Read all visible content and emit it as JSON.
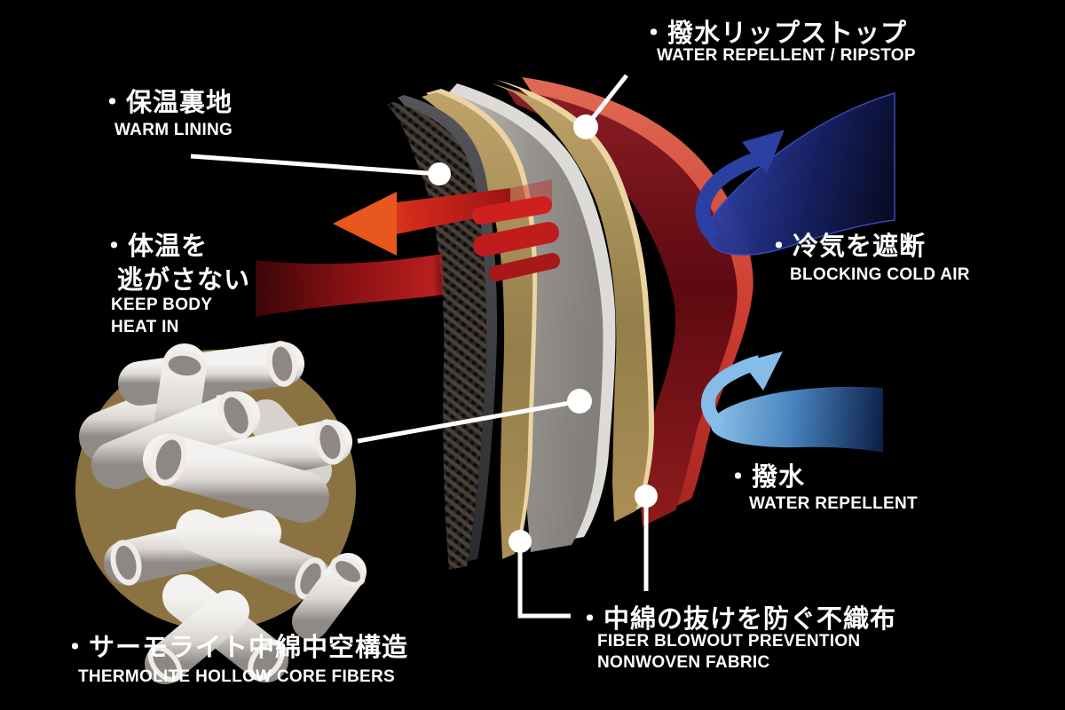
{
  "title": "Jacket fabric layer construction diagram",
  "labels": {
    "ripstop": {
      "jp": "・撥水リップストップ",
      "en": "WATER REPELLENT / RIPSTOP"
    },
    "warm_lining": {
      "jp": "・保温裏地",
      "en": "WARM LINING"
    },
    "keep_heat": {
      "jp_line1": "・体温を",
      "jp_line2": "逃がさない",
      "en_line1": "KEEP BODY",
      "en_line2": "HEAT IN"
    },
    "block_cold": {
      "jp": "・冷気を遮断",
      "en": "BLOCKING COLD AIR"
    },
    "water_repellent": {
      "jp": "・撥水",
      "en": "WATER REPELLENT"
    },
    "thermolite": {
      "jp": "・サーモライト中綿中空構造",
      "en": "THERMOLITE HOLLOW CORE FIBERS"
    },
    "nonwoven": {
      "jp": "・中綿の抜けを防ぐ不織布",
      "en_line1": "FIBER BLOWOUT PREVENTION",
      "en_line2": "NONWOVEN FABRIC"
    }
  },
  "layers": [
    {
      "name": "warm-lining-mesh",
      "label_ref": "warm_lining"
    },
    {
      "name": "nonwoven-inner",
      "label_ref": "nonwoven"
    },
    {
      "name": "thermolite-insulation",
      "label_ref": "thermolite"
    },
    {
      "name": "nonwoven-outer",
      "label_ref": "nonwoven"
    },
    {
      "name": "water-repellent-shell",
      "label_ref": "ripstop"
    }
  ],
  "colors": {
    "background": "#000000",
    "text": "#ffffff",
    "shell_red_bright": "#d85043",
    "shell_red_dark": "#6e0d13",
    "nonwoven_tan": "#b3985f",
    "insulation_silver": "#b7b4af",
    "lining_mesh_dark": "#26242a",
    "heat_arrow_orange": "#e8571e",
    "heat_ribbon_red": "#b01818",
    "cold_air_navy": "#22348f",
    "cold_air_lightblue": "#7fb5e3",
    "fiber_circle_tan": "#8a7340",
    "fiber_tube_white": "#eeebe8"
  }
}
